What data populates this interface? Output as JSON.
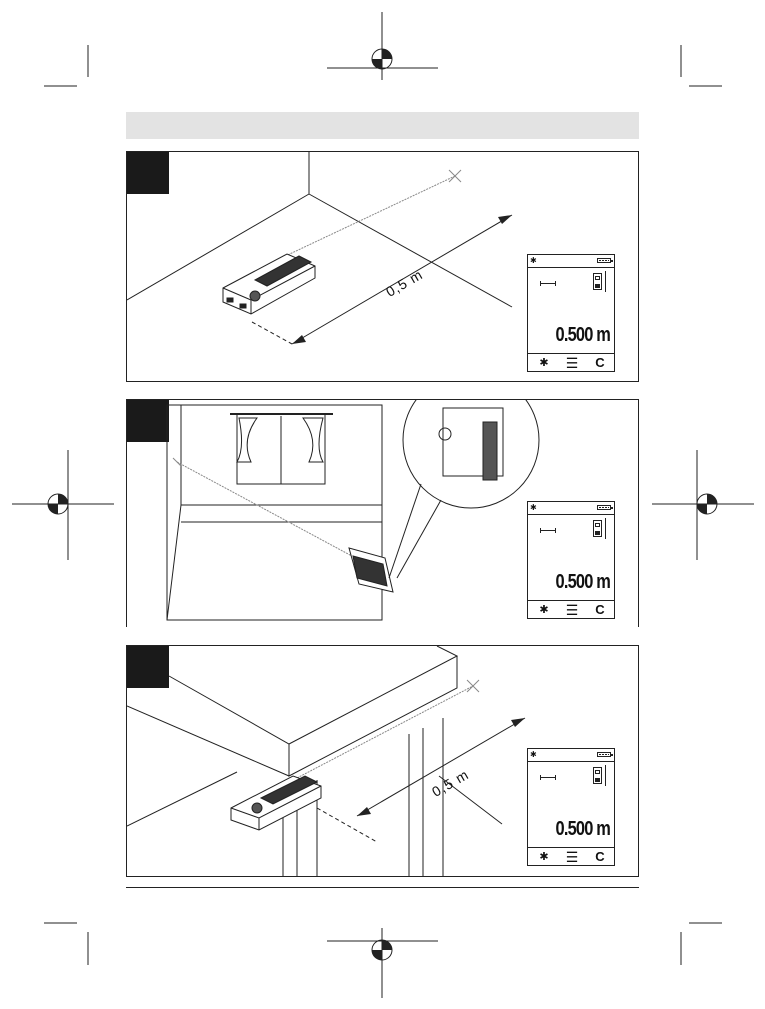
{
  "figures": [
    {
      "label": "0,5 m",
      "display": {
        "value": "0.500 m",
        "bluetooth": "✱",
        "menu": "☰",
        "clear": "C"
      }
    },
    {
      "label": "",
      "display": {
        "value": "0.500 m",
        "bluetooth": "✱",
        "menu": "☰",
        "clear": "C"
      }
    },
    {
      "label": "0,5 m",
      "display": {
        "value": "0.500 m",
        "bluetooth": "✱",
        "menu": "☰",
        "clear": "C"
      }
    }
  ],
  "icons": [
    "bluetooth-icon",
    "menu-icon",
    "clear-icon",
    "battery-icon",
    "registration-mark-icon"
  ]
}
